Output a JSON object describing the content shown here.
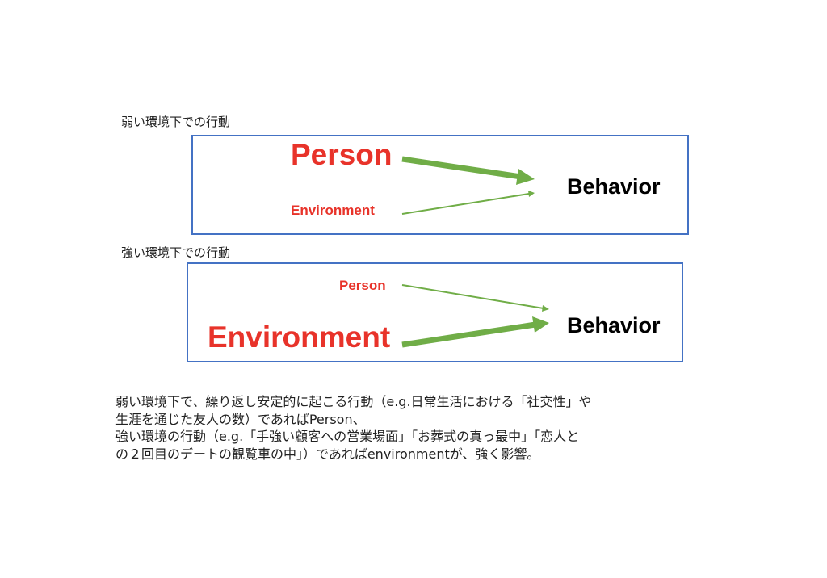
{
  "weak": {
    "title": "弱い環境下での行動",
    "person": "Person",
    "environment": "Environment",
    "behavior": "Behavior"
  },
  "strong": {
    "title": "強い環境下での行動",
    "person": "Person",
    "environment": "Environment",
    "behavior": "Behavior"
  },
  "description": {
    "lines": [
      "弱い環境下で、繰り返し安定的に起こる行動（e.g.日常生活における「社交性」や",
      "生涯を通じた友人の数）であればPerson、",
      "強い環境の行動（e.g.「手強い顧客への営業場面」「お葬式の真っ最中」「恋人と",
      "の２回目のデートの観覧車の中」）であればenvironmentが、強く影響。"
    ]
  },
  "colors": {
    "box": "#4472c4",
    "text_red": "#e8332a",
    "arrow": "#70ad47"
  }
}
